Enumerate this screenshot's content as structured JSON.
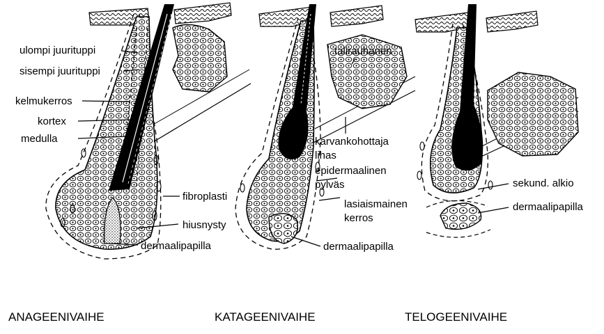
{
  "anagen": {
    "labels": {
      "outer_root_sheath": "ulompi juurituppi",
      "inner_root_sheath": "sisempi juurituppi",
      "cuticle": "kelmukerros",
      "cortex": "kortex",
      "medulla": "medulla",
      "fibroblast": "fibroplasti",
      "matrix": "hiusnysty",
      "papilla": "dermaalipapilla"
    },
    "title": "ANAGEENIVAIHE"
  },
  "catagen": {
    "labels": {
      "sebaceous": "talirauhanen",
      "arrector_1": "karvankohottaja",
      "arrector_2": "lihas",
      "column_1": "epidermaalinen",
      "column_2": "pylväs",
      "glassy_1": "lasiaismainen",
      "glassy_2": "kerros",
      "papilla": "dermaalipapilla"
    },
    "title": "KATAGEENIVAIHE"
  },
  "telogen": {
    "labels": {
      "germ": "sekund. alkio",
      "papilla": "dermaalipapilla"
    },
    "title": "TELOGEENIVAIHE"
  }
}
